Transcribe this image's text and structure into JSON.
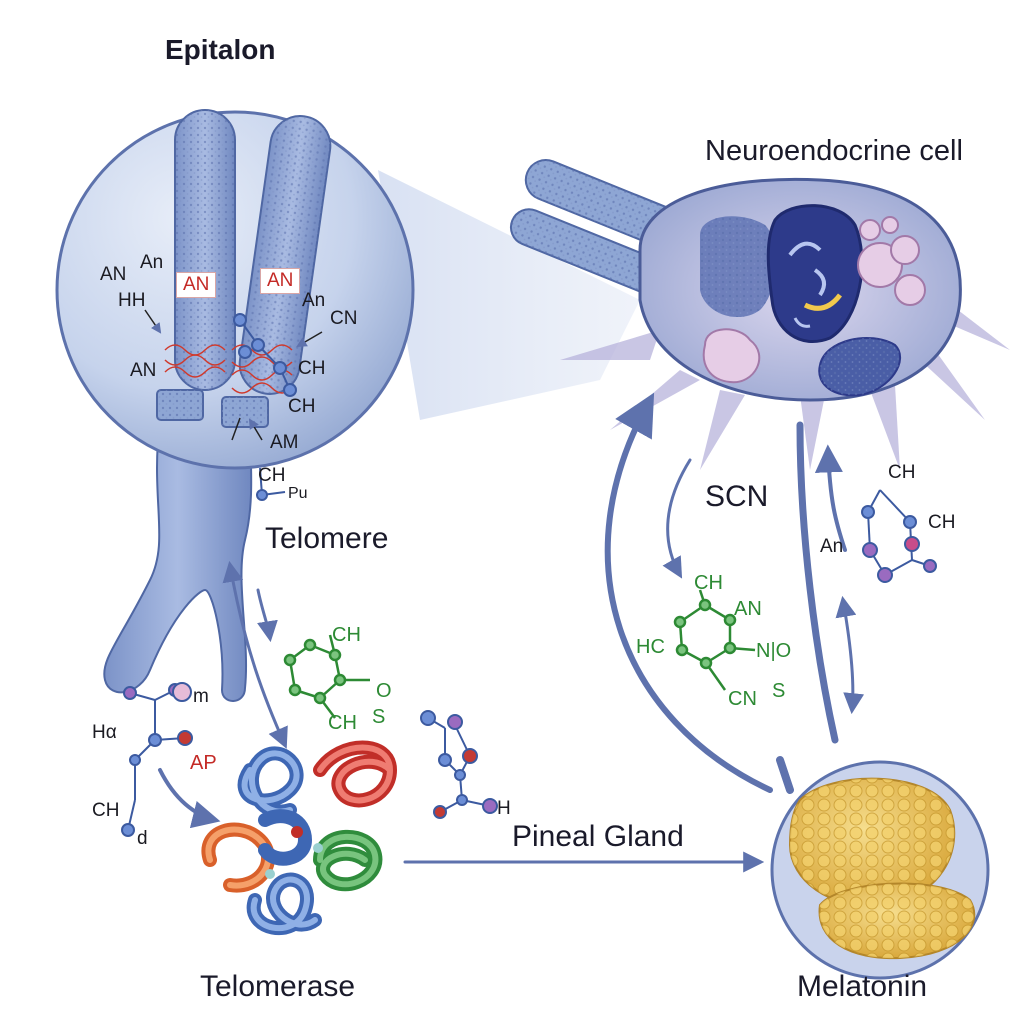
{
  "title": "Epitalon",
  "labels": {
    "neuroendocrine_cell": "Neuroendocrine cell",
    "telomere": "Telomere",
    "scn": "SCN",
    "pineal_gland": "Pineal Gland",
    "telomerase": "Telomerase",
    "melatonin": "Melatonin"
  },
  "chromosome_tags": {
    "left": "AN",
    "right": "AN"
  },
  "inset_chem": {
    "an1": "AN",
    "an2": "An",
    "hh": "HH",
    "an3": "AN",
    "an_r": "An",
    "cn_r": "CN",
    "ch_r1": "CH",
    "ch_r2": "CH",
    "am": "AM",
    "ch_b": "CH",
    "pu_b": "Pu"
  },
  "left_chem": {
    "hm": "Hα",
    "m": "m",
    "ap": "AP",
    "ch": "CH",
    "d": "d"
  },
  "green_chem_center": {
    "ch_top": "CH",
    "o": "O",
    "ch_bot": "CH",
    "s": "S"
  },
  "mid_mol": {
    "h": "H"
  },
  "green_chem_right": {
    "ch": "CH",
    "an": "AN",
    "hc": "HC",
    "no": "N|O",
    "cn": "CN",
    "s": "S"
  },
  "right_chem": {
    "ch1": "CH",
    "ch2": "CH",
    "an": "An"
  },
  "colors": {
    "chromosome": "#8ea6d4",
    "chromosome_dark": "#5d77b0",
    "inset_fill": "#b9c8e6",
    "arrow": "#5e72ad",
    "melatonin": "#e9c25a",
    "nucleus": "#2d3a8a",
    "vesicle": "#e6cde6",
    "green_chem": "#2d8a34"
  }
}
